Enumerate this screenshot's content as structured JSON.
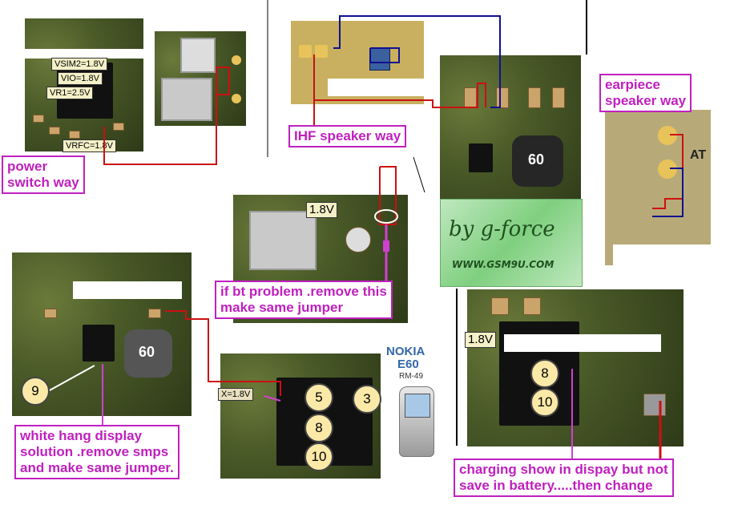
{
  "labels": {
    "power_switch": "power\nswitch way",
    "ihf_speaker": "IHF speaker way",
    "earpiece": "earpiece\nspeaker way",
    "bt_problem": "if bt problem .remove this\nmake same jumper",
    "white_hang": "white hang display\nsolution .remove smps\nand make same jumper.",
    "charging": "charging show in dispay but not\nsave in battery.....then change"
  },
  "voltages": {
    "vsim2": "VSIM2=1.8V",
    "vio": "VIO=1.8V",
    "vr1": "VR1=2.5V",
    "vrfc": "VRFC=1.8V",
    "bt_18": "1.8V",
    "x_18": "X=1.8V",
    "right_18": "1.8V"
  },
  "pins": {
    "p9": "9",
    "p5": "5",
    "p3": "3",
    "p8a": "8",
    "p10a": "10",
    "p8b": "8",
    "p10b": "10"
  },
  "phone": {
    "brand": "NOKIA",
    "model": "E60",
    "code": "RM-49"
  },
  "stamp": {
    "line1": "by g-force",
    "line2": "WWW.GSM9U.COM"
  },
  "chip_text": {
    "c60a": "60",
    "c60b": "60",
    "atc": "AT"
  },
  "colors": {
    "label": "#c020c0",
    "red_wire": "#cc1010",
    "blue_wire": "#101090",
    "pink_wire": "#d040d0"
  }
}
